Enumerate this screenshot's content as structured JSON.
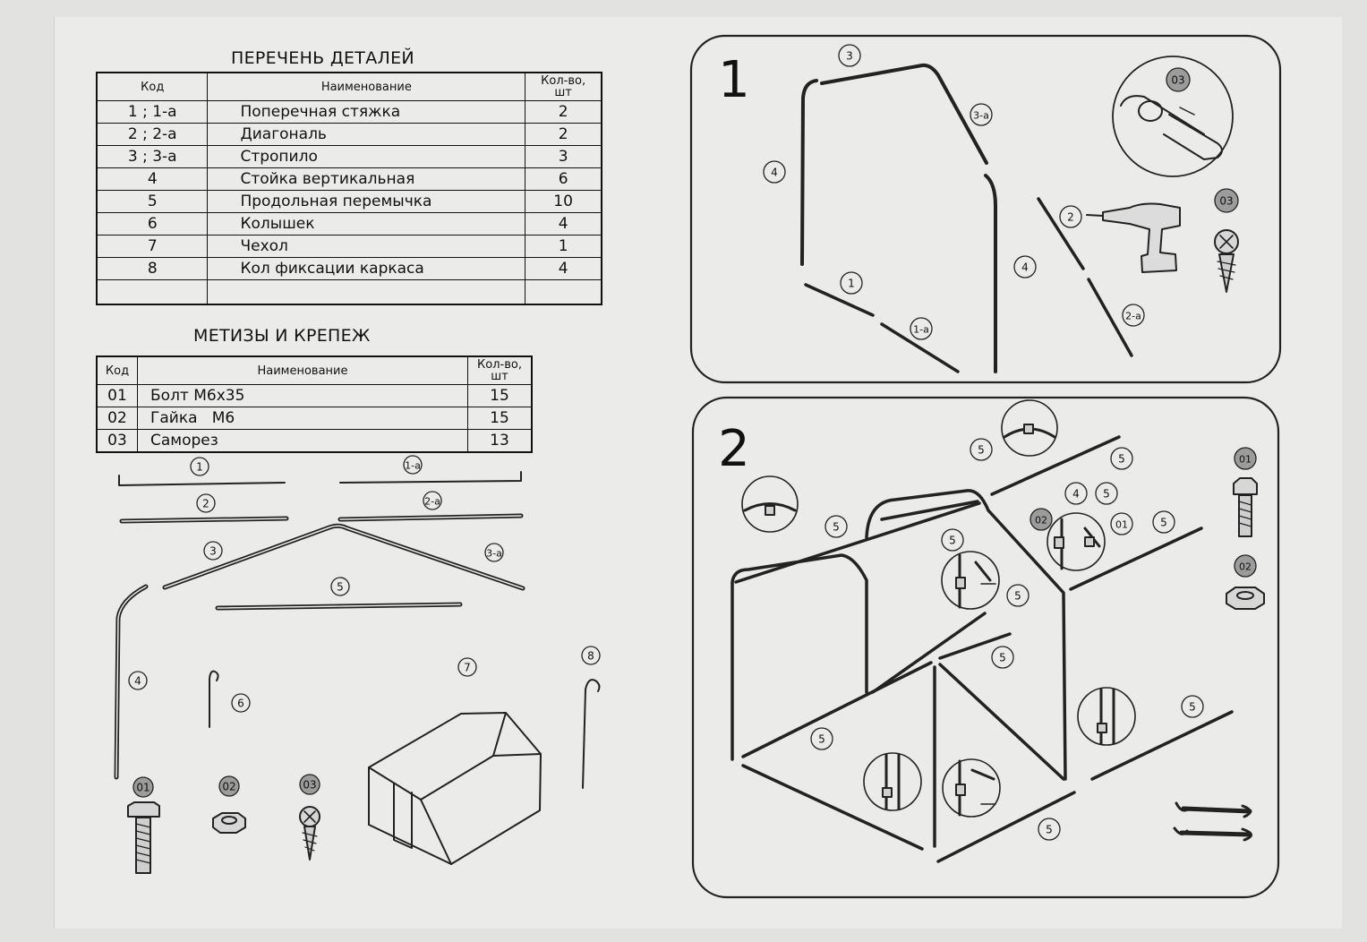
{
  "parts_table": {
    "title": "ПЕРЕЧЕНЬ ДЕТАЛЕЙ",
    "headers": {
      "code": "Код",
      "name": "Наименование",
      "qty": "Кол-во, шт"
    },
    "rows": [
      {
        "code": "1 ; 1-а",
        "name": "Поперечная стяжка",
        "qty": "2"
      },
      {
        "code": "2 ; 2-а",
        "name": "Диагональ",
        "qty": "2"
      },
      {
        "code": "3 ; 3-а",
        "name": "Стропило",
        "qty": "3"
      },
      {
        "code": "4",
        "name": "Стойка вертикальная",
        "qty": "6"
      },
      {
        "code": "5",
        "name": "Продольная перемычка",
        "qty": "10"
      },
      {
        "code": "6",
        "name": "Колышек",
        "qty": "4"
      },
      {
        "code": "7",
        "name": "Чехол",
        "qty": "1"
      },
      {
        "code": "8",
        "name": "Кол фиксации каркаса",
        "qty": "4"
      },
      {
        "code": "",
        "name": "",
        "qty": ""
      }
    ]
  },
  "hardware_table": {
    "title": "МЕТИЗЫ И КРЕПЕЖ",
    "headers": {
      "code": "Код",
      "name": "Наименование",
      "qty": "Кол-во, шт"
    },
    "rows": [
      {
        "code": "01",
        "name": "Болт М6х35",
        "qty": "15"
      },
      {
        "code": "02",
        "name": "Гайка   М6",
        "qty": "15"
      },
      {
        "code": "03",
        "name": "Саморез",
        "qty": "13"
      }
    ]
  },
  "parts_diagram": {
    "labels": {
      "p1": "1",
      "p1a": "1-а",
      "p2": "2",
      "p2a": "2-а",
      "p3": "3",
      "p3a": "3-а",
      "p4": "4",
      "p5": "5",
      "p6": "6",
      "p7": "7",
      "p8": "8",
      "f01": "01",
      "f02": "02",
      "f03": "03"
    }
  },
  "step1": {
    "number": "1",
    "labels": {
      "l3": "3",
      "l3a": "3-а",
      "l4a": "4",
      "l4b": "4",
      "l1": "1",
      "l1a": "1-а",
      "l2": "2",
      "l2a": "2-а",
      "d03": "03",
      "s03": "03"
    }
  },
  "step2": {
    "number": "2",
    "labels": {
      "l5": "5",
      "l4": "4",
      "f02": "02",
      "f01": "01",
      "b01": "01",
      "b02": "02"
    }
  }
}
